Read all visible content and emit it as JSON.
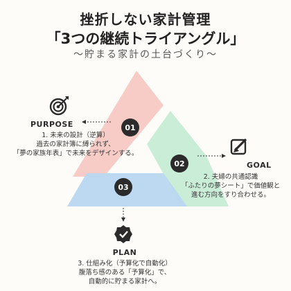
{
  "header": {
    "title_line1": "挫折しない家計管理",
    "title_line2": "「3つの継続トライアングル」",
    "subtitle": "〜貯まる家計の土台づくり〜"
  },
  "purpose": {
    "number": "01",
    "heading": "PURPOSE",
    "lines": [
      "1. 未来の設計（逆算）",
      "過去の家計簿に縛られず、",
      "「夢の家族年表」で未来をデザインする。"
    ],
    "icon": "target-icon",
    "color": "#f7c9c4"
  },
  "goal": {
    "number": "02",
    "heading": "GOAL",
    "lines": [
      "2. 夫婦の共通認識",
      "「ふたりの夢シート」で価値観と",
      "進む方向をすり合わせる。"
    ],
    "icon": "pencil-note-icon",
    "color": "#c6ecd5"
  },
  "plan": {
    "number": "03",
    "heading": "PLAN",
    "lines": [
      "3. 仕組み化（予算化で自動化）",
      "腹落ち感のある「予算化」で、",
      "自動的に貯まる家計へ。"
    ],
    "icon": "check-badge-icon",
    "color": "#b9d7f1"
  },
  "colors": {
    "badge": "#2b2b2b",
    "connector": "#333333"
  }
}
